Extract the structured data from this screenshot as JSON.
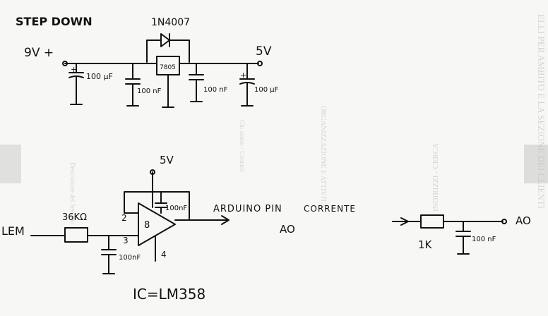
{
  "labels": {
    "title": "STEP DOWN",
    "diode": "1N4007",
    "vin": "9V +",
    "vout": "5V",
    "regulator": "7805",
    "cap1": "100 µF",
    "cap2": "100 nF",
    "cap3": "100 nF",
    "cap4": "100 µF",
    "plus_sign": "+",
    "supply_5v": "5V",
    "lem": "LEM",
    "r_input": "36KΩ",
    "pin2": "2",
    "pin3": "3",
    "pin4": "4",
    "pin8": "8",
    "cap_feedback": "100nF",
    "cap_input": "100nF",
    "arduino_pin": "ARDUINO PIN",
    "corrente": "CORRENTE",
    "ao_mid": "AO",
    "ic": "IC=LM358",
    "r_filter": "1K",
    "cap_filter": "100 nF",
    "ao_right": "AO"
  },
  "bleed_through": [
    "ELLI PER AMBITO E LA SEZIONE DEI CLIENTI",
    "ORGANIZZAZIONE E ATTIVITÀ",
    "INDIRIZZI - CERCA",
    "Descrizione del Servizio",
    "Chi siamo - Contatti"
  ],
  "colors": {
    "ink": "#111111",
    "paper": "#f7f7f6",
    "bleed": "#a9a9a9"
  }
}
